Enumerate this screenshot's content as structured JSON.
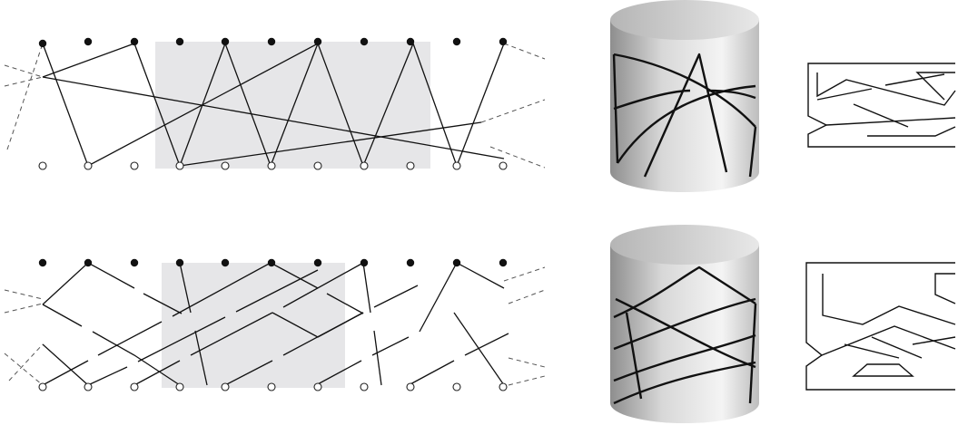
{
  "figure": {
    "panels": [
      {
        "id": "top",
        "layout": "braid-lattice",
        "marker_top": "filled-dots",
        "marker_bottom": "open-circles",
        "shaded_region": true
      },
      {
        "id": "bottom",
        "layout": "braid-lattice",
        "marker_top": "filled-dots",
        "marker_bottom": "open-circles",
        "shaded_region": true
      }
    ],
    "colors": {
      "ink": "#111111",
      "shade": "#e6e6e8",
      "cylinder_light": "#f2f2f2",
      "cylinder_dark": "#8c8c8c"
    },
    "icons": [
      "cylinder-knot-icon",
      "knot-diagram-icon"
    ]
  }
}
